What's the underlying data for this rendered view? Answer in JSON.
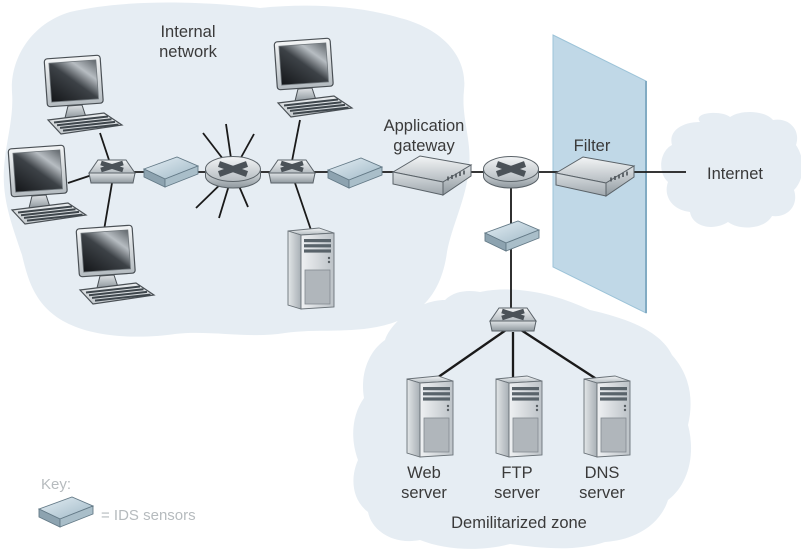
{
  "labels": {
    "internal_network_line1": "Internal",
    "internal_network_line2": "network",
    "application_gateway_line1": "Application",
    "application_gateway_line2": "gateway",
    "filter": "Filter",
    "internet": "Internet",
    "web_server_line1": "Web",
    "web_server_line2": "server",
    "ftp_server_line1": "FTP",
    "ftp_server_line2": "server",
    "dns_server_line1": "DNS",
    "dns_server_line2": "server",
    "demilitarized_zone": "Demilitarized zone",
    "key_title": "Key:",
    "key_ids_label": "= IDS sensors"
  },
  "colors": {
    "cloud_fill": "#e6edf3",
    "filter_wall_fill": "#c0d8e7",
    "connection_line": "#1a1a1a",
    "label_text": "#3a3a3a",
    "key_text": "#b6bbbe"
  }
}
